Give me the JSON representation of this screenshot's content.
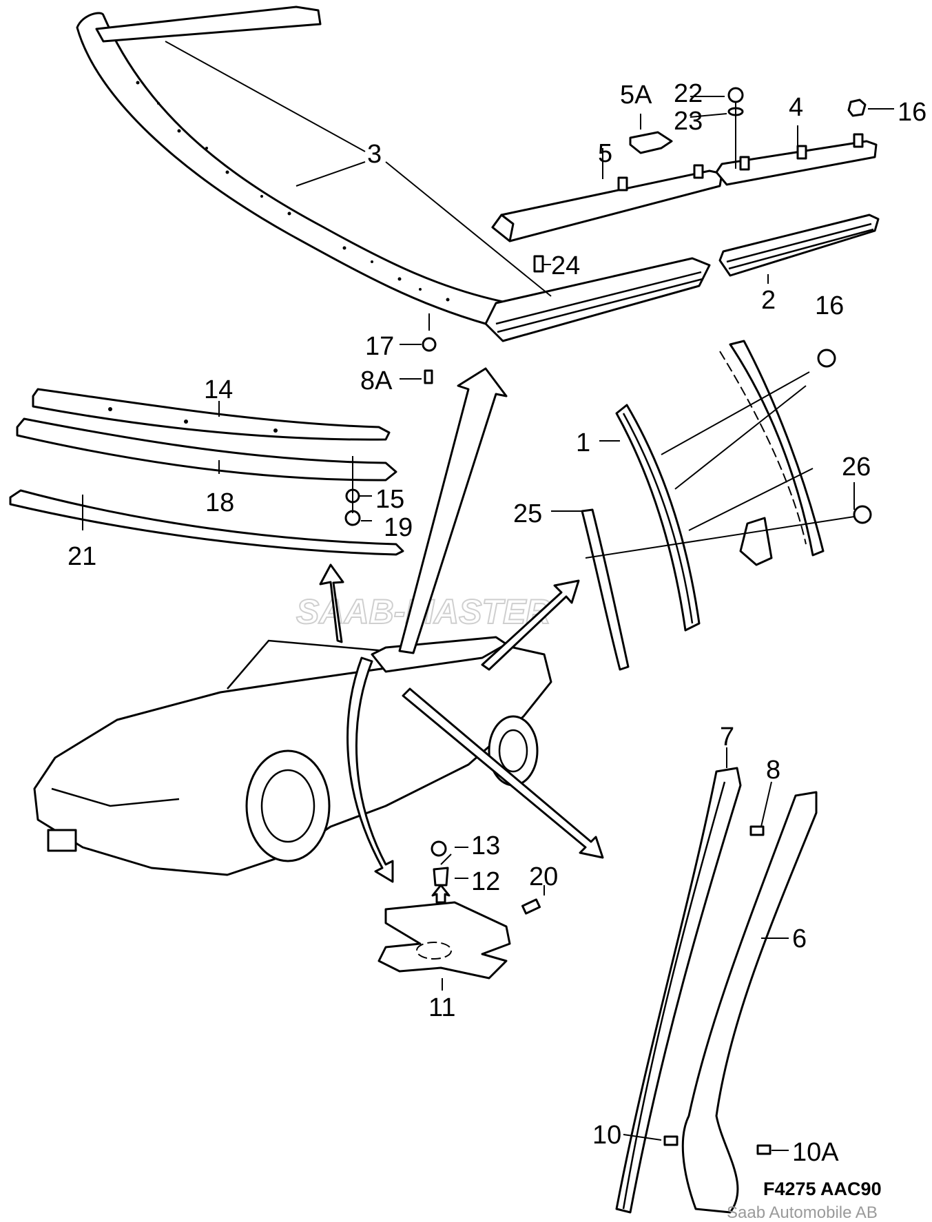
{
  "figure": {
    "code": "F4275 AAC90",
    "publisher": "Saab Automobile AB",
    "watermark": "SAAB-MASTER"
  },
  "callouts": {
    "c1": "1",
    "c2": "2",
    "c3": "3",
    "c4": "4",
    "c5": "5",
    "c5A": "5A",
    "c6": "6",
    "c7": "7",
    "c8": "8",
    "c8A": "8A",
    "c10": "10",
    "c10A": "10A",
    "c11": "11",
    "c12": "12",
    "c13": "13",
    "c14": "14",
    "c15": "15",
    "c16a": "16",
    "c16b": "16",
    "c17": "17",
    "c18": "18",
    "c19": "19",
    "c20": "20",
    "c21": "21",
    "c22": "22",
    "c23": "23",
    "c24": "24",
    "c25": "25",
    "c26": "26"
  }
}
